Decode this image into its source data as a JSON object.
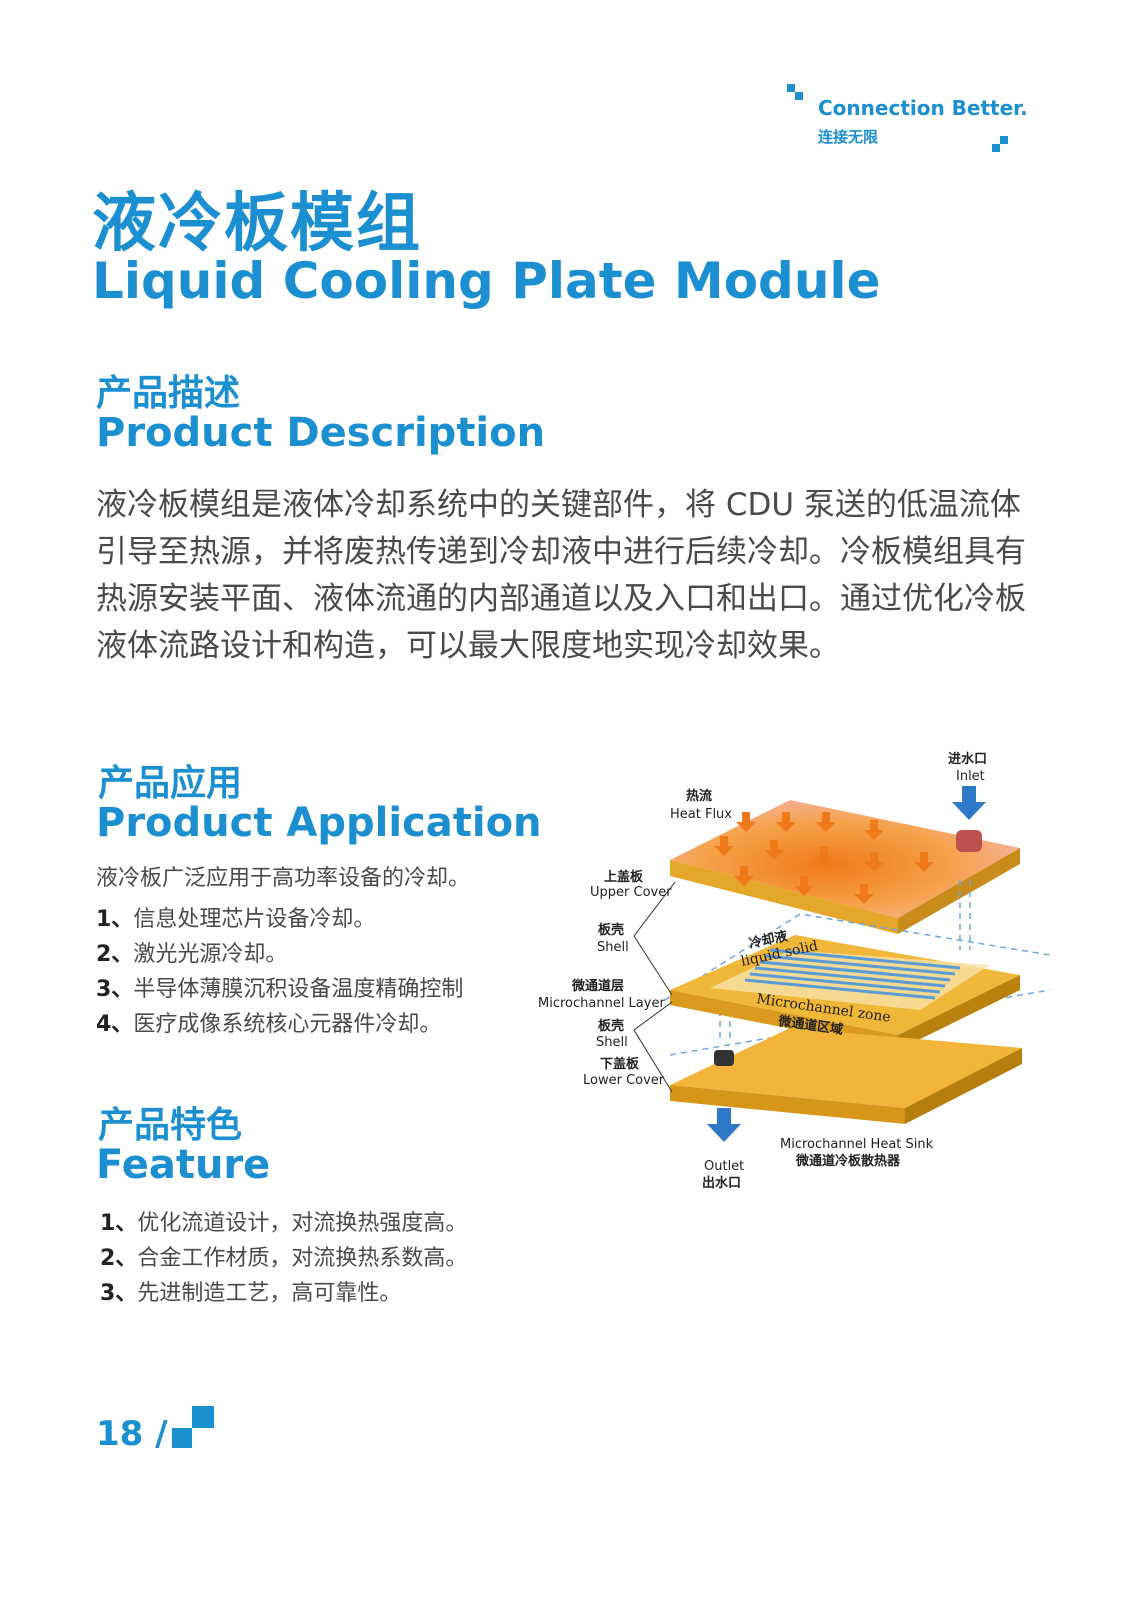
{
  "brand": {
    "slogan_en": "Connection Better.",
    "slogan_cn": "连接无限",
    "accent_color": "#1b8fd0"
  },
  "title": {
    "cn": "液冷板模组",
    "en": "Liquid Cooling Plate Module"
  },
  "description": {
    "heading_cn": "产品描述",
    "heading_en": "Product Description",
    "body": "液冷板模组是液体冷却系统中的关键部件，将 CDU 泵送的低温流体引导至热源，并将废热传递到冷却液中进行后续冷却。冷板模组具有热源安装平面、液体流通的内部通道以及入口和出口。通过优化冷板液体流路设计和构造，可以最大限度地实现冷却效果。"
  },
  "application": {
    "heading_cn": "产品应用",
    "heading_en": "Product Application",
    "lead": "液冷板广泛应用于高功率设备的冷却。",
    "items": [
      {
        "num": "1、",
        "text": "信息处理芯片设备冷却。"
      },
      {
        "num": "2、",
        "text": "激光光源冷却。"
      },
      {
        "num": "3、",
        "text": "半导体薄膜沉积设备温度精确控制"
      },
      {
        "num": "4、",
        "text": "医疗成像系统核心元器件冷却。"
      }
    ]
  },
  "feature": {
    "heading_cn": "产品特色",
    "heading_en": "Feature",
    "items": [
      {
        "num": "1、",
        "text": "优化流道设计，对流换热强度高。"
      },
      {
        "num": "2、",
        "text": "合金工作材质，对流换热系数高。"
      },
      {
        "num": "3、",
        "text": "先进制造工艺，高可靠性。"
      }
    ]
  },
  "diagram": {
    "inlet_cn": "进水口",
    "inlet_en": "Inlet",
    "heat_flux_cn": "热流",
    "heat_flux_en": "Heat Flux",
    "upper_cover_cn": "上盖板",
    "upper_cover_en": "Upper Cover",
    "shell_cn": "板壳",
    "shell_en": "Shell",
    "microchannel_layer_cn": "微通道层",
    "microchannel_layer_en": "Microchannel Layer",
    "lower_cover_cn": "下盖板",
    "lower_cover_en": "Lower Cover",
    "coolant_cn": "冷却液",
    "liquid_solid": "liquid solid",
    "microchannel_zone_en": "Microchannel zone",
    "microchannel_zone_cn": "微通道区域",
    "outlet_en": "Outlet",
    "outlet_cn": "出水口",
    "heat_sink_en": "Microchannel Heat Sink",
    "heat_sink_cn": "微通道冷板散热器"
  },
  "page": {
    "number": "18 /"
  }
}
